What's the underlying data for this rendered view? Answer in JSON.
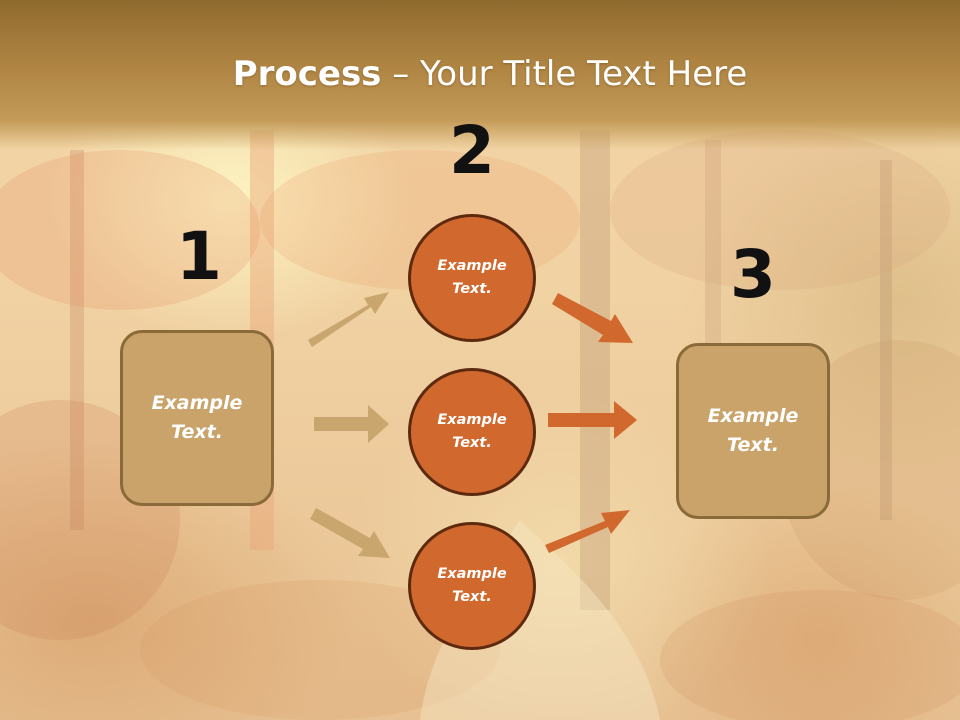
{
  "title": {
    "bold": "Process",
    "rest": " – Your Title Text Here"
  },
  "steps": {
    "one": "1",
    "two": "2",
    "three": "3"
  },
  "left_box": {
    "line1": "Example",
    "line2": "Text."
  },
  "right_box": {
    "line1": "Example",
    "line2": "Text."
  },
  "circles": [
    {
      "line1": "Example",
      "line2": "Text."
    },
    {
      "line1": "Example",
      "line2": "Text."
    },
    {
      "line1": "Example",
      "line2": "Text."
    }
  ],
  "colors": {
    "title_band": "#b08543",
    "box_fill": "#c9a36a",
    "box_border": "#8a6a38",
    "circle_fill": "#d1692f",
    "circle_border": "#5e2a0f",
    "arrow_left": "#c9a66e",
    "arrow_right": "#d1692f"
  }
}
